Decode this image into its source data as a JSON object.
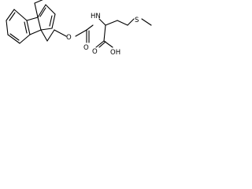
{
  "molecule": {
    "atoms": {
      "o_ester": "O",
      "nh": "HN",
      "s": "S",
      "o_carbonyl": "O",
      "o_acid": "O",
      "oh": "OH"
    }
  }
}
